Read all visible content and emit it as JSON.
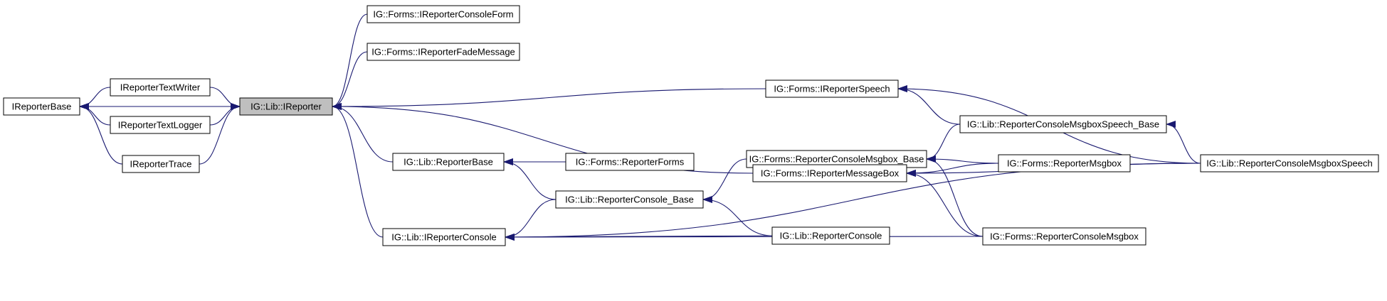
{
  "nodes": [
    {
      "id": "ireporter",
      "label": "IG::Lib::IReporter",
      "highlight": true
    },
    {
      "id": "ireporterbase",
      "label": "IReporterBase"
    },
    {
      "id": "textwriter",
      "label": "IReporterTextWriter"
    },
    {
      "id": "textlogger",
      "label": "IReporterTextLogger"
    },
    {
      "id": "trace",
      "label": "IReporterTrace"
    },
    {
      "id": "consoleform",
      "label": "IG::Forms::IReporterConsoleForm"
    },
    {
      "id": "fademessage",
      "label": "IG::Forms::IReporterFadeMessage"
    },
    {
      "id": "speech",
      "label": "IG::Forms::IReporterSpeech"
    },
    {
      "id": "reporterbase",
      "label": "IG::Lib::ReporterBase"
    },
    {
      "id": "reporterforms",
      "label": "IG::Forms::ReporterForms"
    },
    {
      "id": "msgboxbase",
      "label": "IG::Forms::ReporterConsoleMsgbox_Base"
    },
    {
      "id": "consolebase",
      "label": "IG::Lib::ReporterConsole_Base"
    },
    {
      "id": "imessagebox",
      "label": "IG::Forms::IReporterMessageBox"
    },
    {
      "id": "iconsole",
      "label": "IG::Lib::IReporterConsole"
    },
    {
      "id": "console",
      "label": "IG::Lib::ReporterConsole"
    },
    {
      "id": "speechbase",
      "label": "IG::Lib::ReporterConsoleMsgboxSpeech_Base"
    },
    {
      "id": "reportermsgbox",
      "label": "IG::Forms::ReporterMsgbox"
    },
    {
      "id": "consolemsgbox",
      "label": "IG::Forms::ReporterConsoleMsgbox"
    },
    {
      "id": "msgboxspeech",
      "label": "IG::Lib::ReporterConsoleMsgboxSpeech"
    }
  ],
  "edges": [
    {
      "from": "ireporter",
      "to": "ireporterbase"
    },
    {
      "from": "textwriter",
      "to": "ireporterbase"
    },
    {
      "from": "textlogger",
      "to": "ireporterbase"
    },
    {
      "from": "trace",
      "to": "ireporterbase"
    },
    {
      "from": "textwriter",
      "to": "ireporter"
    },
    {
      "from": "textlogger",
      "to": "ireporter"
    },
    {
      "from": "trace",
      "to": "ireporter"
    },
    {
      "from": "consoleform",
      "to": "ireporter"
    },
    {
      "from": "fademessage",
      "to": "ireporter"
    },
    {
      "from": "speech",
      "to": "ireporter"
    },
    {
      "from": "reporterbase",
      "to": "ireporter"
    },
    {
      "from": "imessagebox",
      "to": "ireporter"
    },
    {
      "from": "iconsole",
      "to": "ireporter"
    },
    {
      "from": "reporterforms",
      "to": "reporterbase"
    },
    {
      "from": "consolebase",
      "to": "reporterbase"
    },
    {
      "from": "consolebase",
      "to": "iconsole"
    },
    {
      "from": "console",
      "to": "iconsole"
    },
    {
      "from": "consolemsgbox",
      "to": "iconsole"
    },
    {
      "from": "msgboxspeech",
      "to": "iconsole"
    },
    {
      "from": "msgboxbase",
      "to": "consolebase"
    },
    {
      "from": "console",
      "to": "consolebase"
    },
    {
      "from": "speechbase",
      "to": "msgboxbase"
    },
    {
      "from": "reportermsgbox",
      "to": "msgboxbase"
    },
    {
      "from": "consolemsgbox",
      "to": "msgboxbase"
    },
    {
      "from": "speechbase",
      "to": "speech"
    },
    {
      "from": "msgboxspeech",
      "to": "speech"
    },
    {
      "from": "msgboxspeech",
      "to": "speechbase"
    },
    {
      "from": "reportermsgbox",
      "to": "imessagebox"
    },
    {
      "from": "consolemsgbox",
      "to": "imessagebox"
    },
    {
      "from": "msgboxspeech",
      "to": "imessagebox"
    }
  ],
  "colors": {
    "edge": "#191970",
    "highlight_fill": "#bfbfbf",
    "node_border": "#000000"
  }
}
